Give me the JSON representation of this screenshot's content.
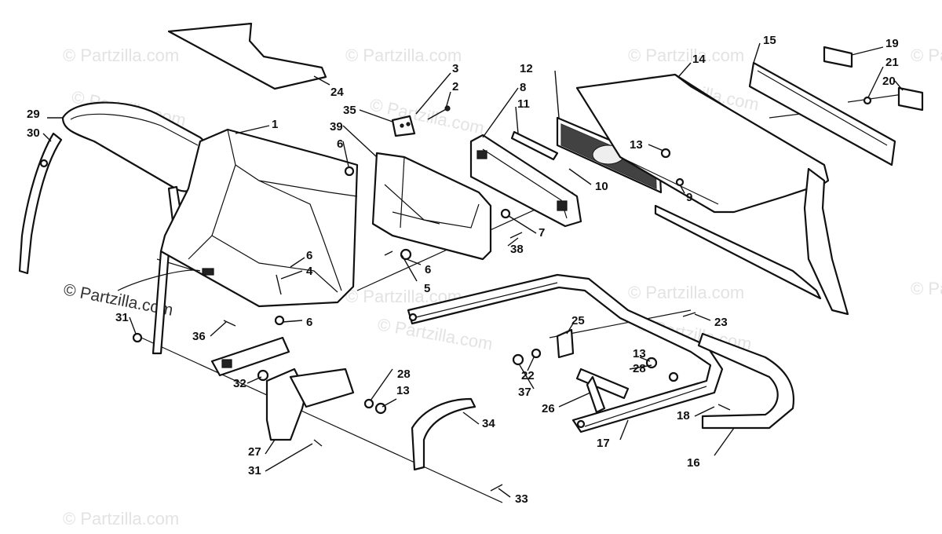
{
  "watermark": {
    "text": "© Partzilla.com",
    "tiles": [
      "© Partzilla.com",
      "© Partzilla.com",
      "© Partzilla.com",
      "© Partzilla.com",
      "© Partzilla.com",
      "© Partzilla.com",
      "© Partzilla.com",
      "© Partzilla.com",
      "© Partzilla.com",
      "© Partzilla.com",
      "© Partzilla.com",
      "© Partzilla.com",
      "© Partzilla.com"
    ]
  },
  "callouts": [
    {
      "id": "c1",
      "label": "1"
    },
    {
      "id": "c2",
      "label": "2"
    },
    {
      "id": "c3",
      "label": "3"
    },
    {
      "id": "c4",
      "label": "4"
    },
    {
      "id": "c5",
      "label": "5"
    },
    {
      "id": "c6a",
      "label": "6"
    },
    {
      "id": "c6b",
      "label": "6"
    },
    {
      "id": "c6c",
      "label": "6"
    },
    {
      "id": "c6d",
      "label": "6"
    },
    {
      "id": "c7",
      "label": "7"
    },
    {
      "id": "c8",
      "label": "8"
    },
    {
      "id": "c9",
      "label": "9"
    },
    {
      "id": "c10",
      "label": "10"
    },
    {
      "id": "c11",
      "label": "11"
    },
    {
      "id": "c12",
      "label": "12"
    },
    {
      "id": "c13a",
      "label": "13"
    },
    {
      "id": "c13b",
      "label": "13"
    },
    {
      "id": "c13c",
      "label": "13"
    },
    {
      "id": "c14",
      "label": "14"
    },
    {
      "id": "c15",
      "label": "15"
    },
    {
      "id": "c16",
      "label": "16"
    },
    {
      "id": "c17",
      "label": "17"
    },
    {
      "id": "c18",
      "label": "18"
    },
    {
      "id": "c19",
      "label": "19"
    },
    {
      "id": "c20",
      "label": "20"
    },
    {
      "id": "c21",
      "label": "21"
    },
    {
      "id": "c22",
      "label": "22"
    },
    {
      "id": "c23",
      "label": "23"
    },
    {
      "id": "c24",
      "label": "24"
    },
    {
      "id": "c25",
      "label": "25"
    },
    {
      "id": "c26",
      "label": "26"
    },
    {
      "id": "c27",
      "label": "27"
    },
    {
      "id": "c28a",
      "label": "28"
    },
    {
      "id": "c28b",
      "label": "28"
    },
    {
      "id": "c29",
      "label": "29"
    },
    {
      "id": "c30",
      "label": "30"
    },
    {
      "id": "c31a",
      "label": "31"
    },
    {
      "id": "c31b",
      "label": "31"
    },
    {
      "id": "c32",
      "label": "32"
    },
    {
      "id": "c33",
      "label": "33"
    },
    {
      "id": "c34",
      "label": "34"
    },
    {
      "id": "c35",
      "label": "35"
    },
    {
      "id": "c36",
      "label": "36"
    },
    {
      "id": "c37",
      "label": "37"
    },
    {
      "id": "c38",
      "label": "38"
    },
    {
      "id": "c39",
      "label": "39"
    }
  ]
}
